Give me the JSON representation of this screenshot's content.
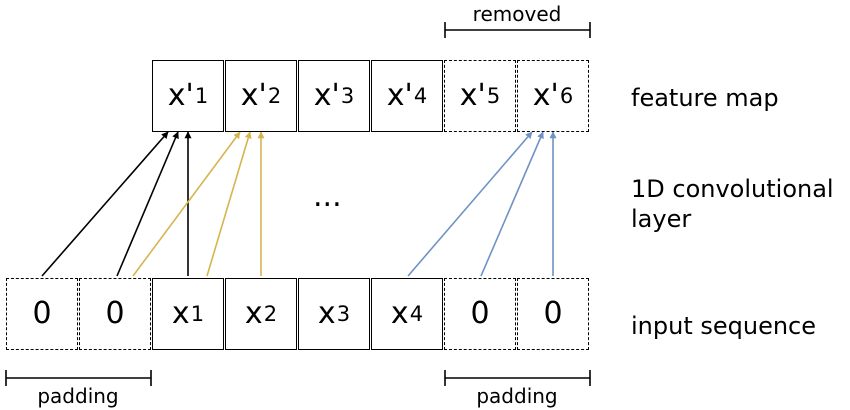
{
  "feature_map": {
    "label": "feature map",
    "cells": [
      {
        "base": "x'",
        "sub": "1",
        "dashed": false
      },
      {
        "base": "x'",
        "sub": "2",
        "dashed": false
      },
      {
        "base": "x'",
        "sub": "3",
        "dashed": false
      },
      {
        "base": "x'",
        "sub": "4",
        "dashed": false
      },
      {
        "base": "x'",
        "sub": "5",
        "dashed": true
      },
      {
        "base": "x'",
        "sub": "6",
        "dashed": true
      }
    ]
  },
  "input_sequence": {
    "label": "input sequence",
    "cells": [
      {
        "base": "0",
        "sub": "",
        "dashed": true
      },
      {
        "base": "0",
        "sub": "",
        "dashed": true
      },
      {
        "base": "x",
        "sub": "1",
        "dashed": false
      },
      {
        "base": "x",
        "sub": "2",
        "dashed": false
      },
      {
        "base": "x",
        "sub": "3",
        "dashed": false
      },
      {
        "base": "x",
        "sub": "4",
        "dashed": false
      },
      {
        "base": "0",
        "sub": "",
        "dashed": true
      },
      {
        "base": "0",
        "sub": "",
        "dashed": true
      }
    ]
  },
  "layer": {
    "label_line1": "1D convolutional",
    "label_line2": "layer",
    "ellipsis": "..."
  },
  "brackets": {
    "removed": "removed",
    "padding_left": "padding",
    "padding_right": "padding"
  },
  "colors": {
    "output_1": "#000000",
    "output_2": "#d6b54f",
    "output_6": "#6f93c4"
  }
}
